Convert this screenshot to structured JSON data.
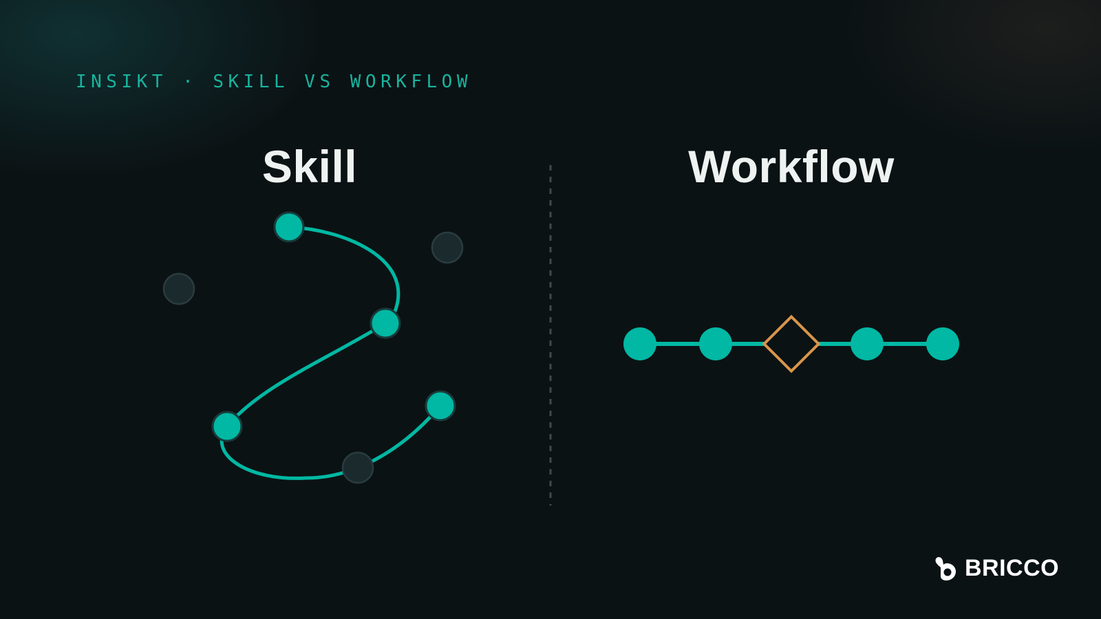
{
  "eyebrow": "INSIKT · SKILL VS WORKFLOW",
  "skill": {
    "title": "Skill"
  },
  "workflow": {
    "title": "Workflow"
  },
  "brand": {
    "name": "BRICCO",
    "logo_icon": "bricco-logo-icon"
  },
  "colors": {
    "background": "#0b1214",
    "accent": "#00b8a3",
    "inactive_node": "#1a2a2d",
    "decision": "#d9964a",
    "title_text": "#eef2f1",
    "eyebrow_text": "#19b39e",
    "divider": "#3c4b4f"
  }
}
